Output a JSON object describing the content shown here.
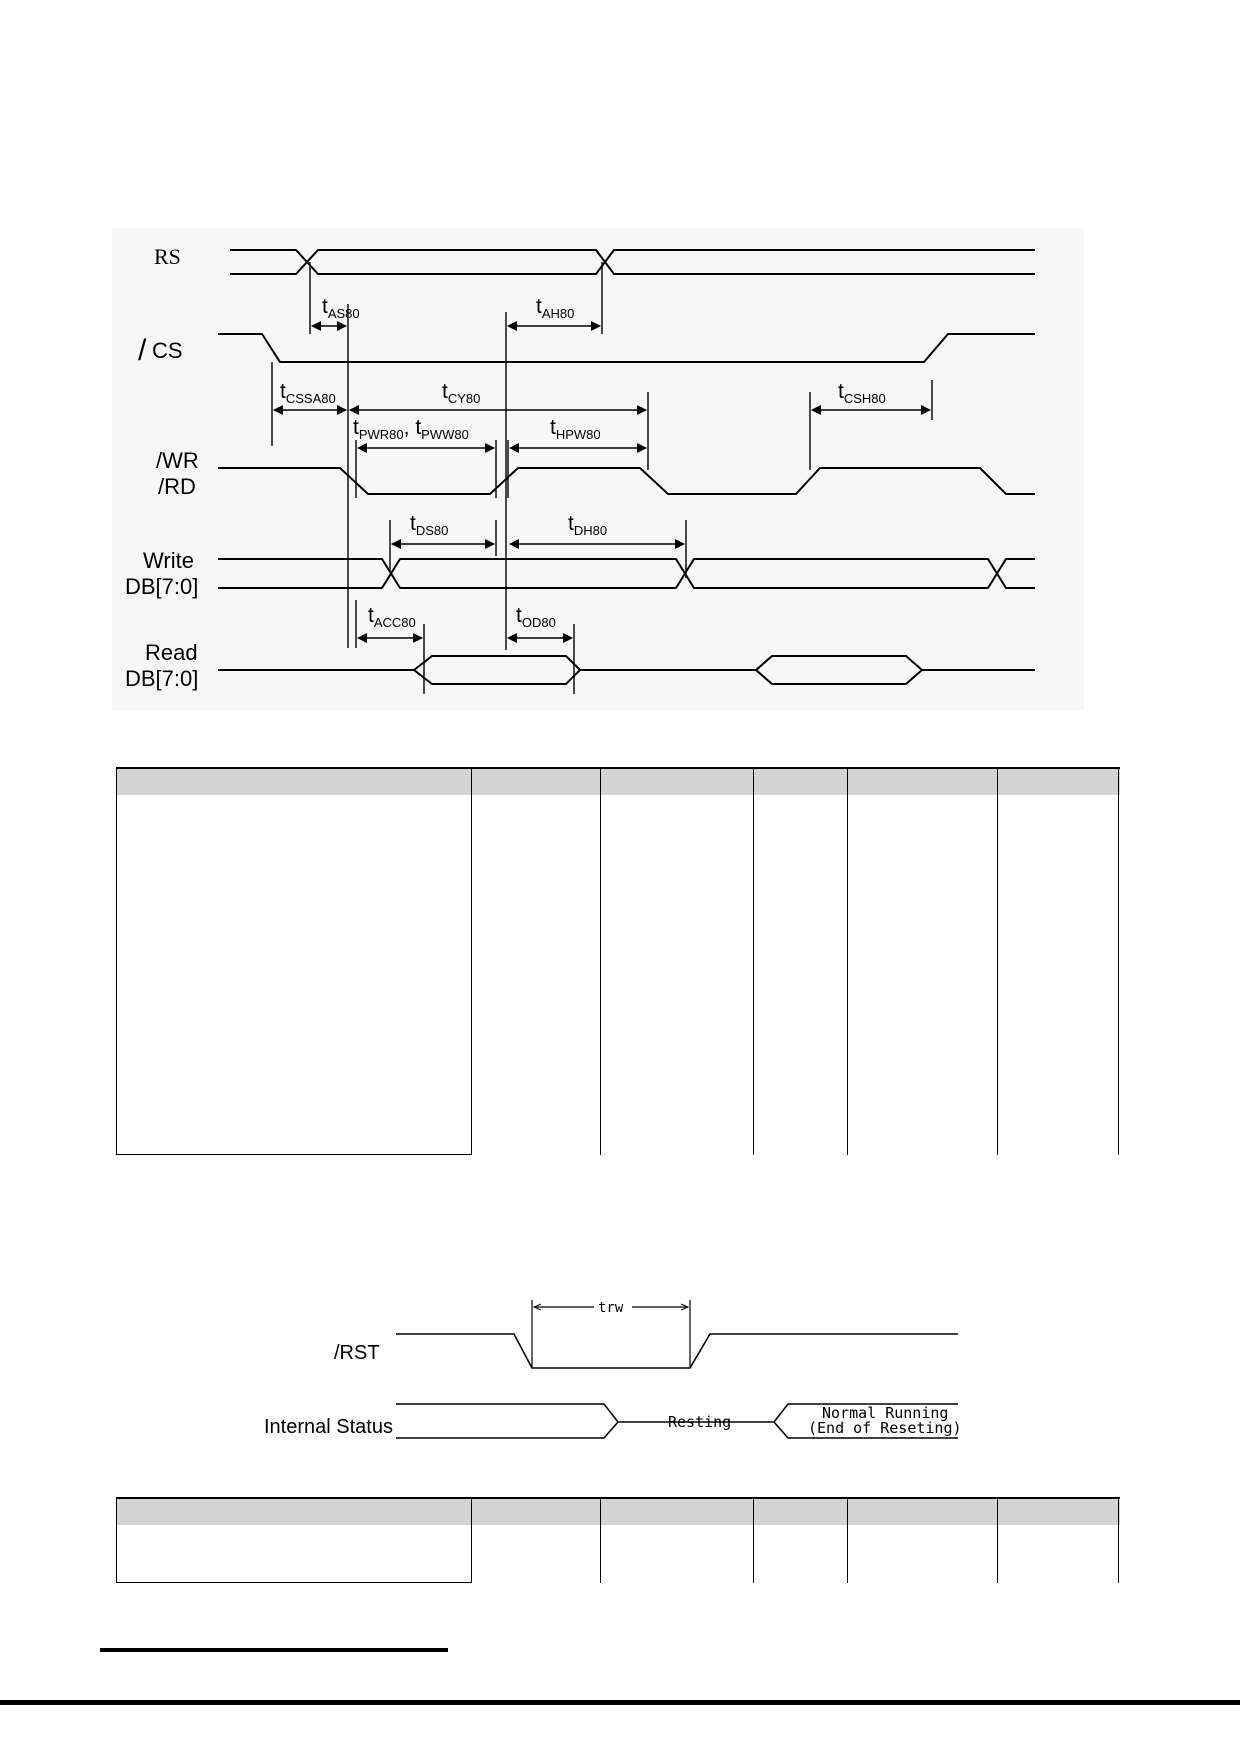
{
  "timing_8080": {
    "signals": {
      "rs": "RS",
      "cs_slash": "/",
      "cs": "CS",
      "wr": "/WR",
      "rd": "/RD",
      "write": "Write",
      "write_db": "DB[7:0]",
      "read": "Read",
      "read_db": "DB[7:0]"
    },
    "params": {
      "as80": {
        "t": "t",
        "sub": "AS80"
      },
      "ah80": {
        "t": "t",
        "sub": "AH80"
      },
      "cssa80": {
        "t": "t",
        "sub": "CSSA80"
      },
      "cy80": {
        "t": "t",
        "sub": "CY80"
      },
      "csh80": {
        "t": "t",
        "sub": "CSH80"
      },
      "pwr80": {
        "t": "t",
        "sub": "PWR80",
        "sep": ", "
      },
      "pww80": {
        "t": "t",
        "sub": "PWW80"
      },
      "hpw80": {
        "t": "t",
        "sub": "HPW80"
      },
      "ds80": {
        "t": "t",
        "sub": "DS80"
      },
      "dh80": {
        "t": "t",
        "sub": "DH80"
      },
      "acc80": {
        "t": "t",
        "sub": "ACC80"
      },
      "od80": {
        "t": "t",
        "sub": "OD80"
      }
    }
  },
  "reset_timing": {
    "rst_label": "/RST",
    "status_label": "Internal Status",
    "trw": "trw",
    "resting": "Resting",
    "normal_running": "Normal Running",
    "end_of_reseting": "(End of Reseting)"
  }
}
